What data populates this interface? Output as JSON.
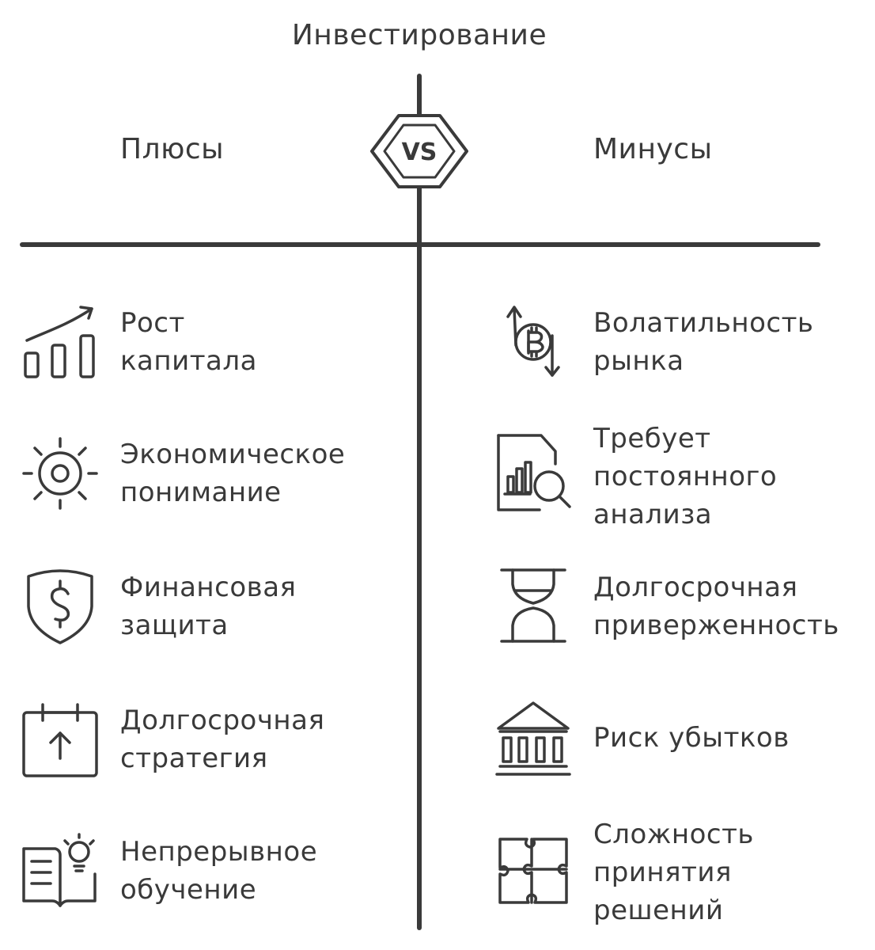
{
  "title": "Инвестирование",
  "pros_heading": "Плюсы",
  "cons_heading": "Минусы",
  "vs_label": "VS",
  "pros": [
    {
      "label": "Рост\nкапитала",
      "icon": "growth-chart-icon"
    },
    {
      "label": "Экономическое\nпонимание",
      "icon": "gear-sun-icon"
    },
    {
      "label": "Финансовая\nзащита",
      "icon": "dollar-shield-icon"
    },
    {
      "label": "Долгосрочная\nстратегия",
      "icon": "calendar-arrow-icon"
    },
    {
      "label": "Непрерывное\nобучение",
      "icon": "book-bulb-icon"
    }
  ],
  "cons": [
    {
      "label": "Волатильность\nрынка",
      "icon": "bitcoin-arrows-icon"
    },
    {
      "label": "Требует\nпостоянного\nанализа",
      "icon": "document-search-icon"
    },
    {
      "label": "Долгосрочная\nприверженность",
      "icon": "hourglass-icon"
    },
    {
      "label": "Риск убытков",
      "icon": "bank-icon"
    },
    {
      "label": "Сложность\nпринятия\nрешений",
      "icon": "puzzle-icon"
    }
  ]
}
